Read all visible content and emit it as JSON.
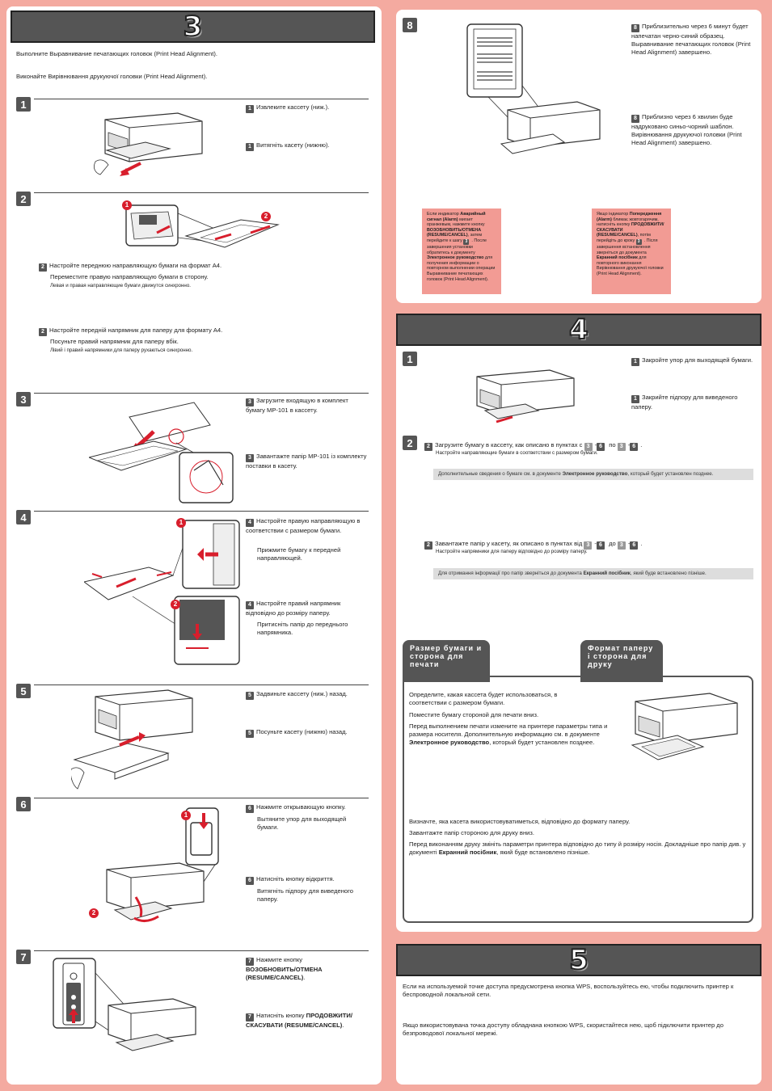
{
  "left": {
    "header_num": "3",
    "intro_ru": "Выполните Выравнивание печатающих головок (Print Head Alignment).",
    "intro_uk": "Виконайте Вирівнювання друкуючої головки (Print Head Alignment).",
    "s1": {
      "num": "1",
      "ru": "Извлеките кассету (ниж.).",
      "uk": "Витягніть касету (нижню)."
    },
    "s2": {
      "num": "2",
      "callout1": "1",
      "callout2": "2",
      "ru1": "Настройте переднюю направляющую бумаги на формат A4.",
      "ru2": "Переместите правую направляющую бумаги в сторону.",
      "ru3": "Левая и правая направляющие бумаги движутся синхронно.",
      "uk1": "Настройте передній напрямник для паперу для формату A4.",
      "uk2": "Посуньте правий напрямник для паперу вбік.",
      "uk3": "Лівий і правий напрямники для паперу рухаються синхронно."
    },
    "s3": {
      "num": "3",
      "ru": "Загрузите входящую в комплект бумагу MP-101 в кассету.",
      "uk": "Завантажте папір MP-101 із комплекту поставки в касету."
    },
    "s4": {
      "num": "4",
      "callout1": "1",
      "callout2": "2",
      "ru1": "Настройте правую направляющую в соответствии с размером бумаги.",
      "ru2": "Прижмите бумагу к передней направляющей.",
      "uk1": "Настройте правий напрямник відповідно до розміру паперу.",
      "uk2": "Притисніть папір до переднього напрямника."
    },
    "s5": {
      "num": "5",
      "ru": "Задвиньте кассету (ниж.) назад.",
      "uk": "Посуньте касету (нижню) назад."
    },
    "s6": {
      "num": "6",
      "callout1": "1",
      "callout2": "2",
      "ru1": "Нажмите открывающую кнопку.",
      "ru2": "Вытяните упор для выходящей бумаги.",
      "uk1": "Натисніть кнопку відкриття.",
      "uk2": "Витягніть підпору для виведеного паперу."
    },
    "s7": {
      "num": "7",
      "ru_pre": "Нажмите кнопку",
      "ru_bold": "ВОЗОБНОВИТЬ/ОТМЕНА (RESUME/CANCEL)",
      "ru_post": ".",
      "uk_pre": "Натисніть кнопку",
      "uk_bold": "ПРОДОВЖИТИ/ СКАСУВАТИ (RESUME/CANCEL)",
      "uk_post": "."
    }
  },
  "right_top": {
    "s8": {
      "num": "8",
      "ru": "Приблизительно через 6 минут будет напечатан черно-синий образец. Выравнивание печатающих головок (Print Head Alignment) завершено.",
      "uk": "Приблизно через 6 хвилин буде надруковано синьо-чорний шаблон. Вирівнювання друкуючої головки (Print Head Alignment) завершено."
    },
    "alarm_ru": [
      "Если индикатор",
      "Аварийный сигнал (Alarm)",
      "мигает оранжевым, нажмите кнопку",
      "ВОЗОБНОВИТЬ/ОТМЕНА (RESUME/CANCEL)",
      ", затем перейдите к шагу",
      "3",
      ". После завершения установки обратитесь к документу",
      "Электронное руководство",
      "для получения информации о повторном выполнении операции Выравнивание печатающих головок (Print Head Alignment)."
    ],
    "alarm_uk": [
      "Якщо індикатор",
      "Попередження (Alarm)",
      "блимає жовтогарячим, натисніть кнопку",
      "ПРОДОВЖИТИ/СКАСУВАТИ (RESUME/CANCEL)",
      ", потім перейдіть до кроку",
      "3",
      ". Після завершення встановлення зверніться до документа",
      "Екранний посібник",
      "для повторного виконання Вирівнювання друкуючої головки (Print Head Alignment)."
    ]
  },
  "section4": {
    "header_num": "4",
    "s1": {
      "num": "1",
      "ru": "Закройте упор для выходящей бумаги.",
      "uk": "Закрийте підпору для виведеного паперу."
    },
    "s2": {
      "num": "2",
      "ru_pre": "Загрузите бумагу в кассету, как описано в пунктах с",
      "ref_a": "3",
      "ref_b": "6",
      "mid_ru": "по",
      "ref_c": "3",
      "ref_d": "6",
      "ru_sub": "Настройте направляющие бумаги в соответствии с размером бумаги.",
      "note_ru_pre": "Дополнительные сведения о бумаге см. в документе",
      "note_ru_bold": "Электронное руководство",
      "note_ru_post": ", который будет установлен позднее.",
      "uk_pre": "Завантажте папір у касету, як описано в пунктах від",
      "mid_uk": "до",
      "uk_sub": "Настройте напрямники для паперу відповідно до розміру паперу.",
      "note_uk_pre": "Для отримання інформації про папір зверніться до документа",
      "note_uk_bold": "Екранний посібник",
      "note_uk_post": ", який буде встановлено пізніше."
    },
    "tab_ru": "Размер бумаги и сторона для печати",
    "tab_uk": "Формат паперу і сторона для друку",
    "box_ru1": "Определите, какая кассета будет использоваться, в соответствии с размером бумаги.",
    "box_ru2": "Поместите бумагу стороной для печати вниз.",
    "box_ru3_pre": "Перед выполнением печати измените на принтере параметры типа и размера носителя. Дополнительную информацию см. в документе",
    "box_ru3_bold": "Электронное руководство",
    "box_ru3_post": ", который будет установлен позднее.",
    "box_uk1": "Визначте, яка касета використовуватиметься, відповідно до формату паперу.",
    "box_uk2": "Завантажте папір стороною для друку вниз.",
    "box_uk3_pre": "Перед виконанням друку змініть параметри принтера відповідно до типу й розміру носія. Докладніше про папір див. у документі",
    "box_uk3_bold": "Екранний посібник",
    "box_uk3_post": ", який буде встановлено пізніше."
  },
  "section5": {
    "header_num": "5",
    "ru": "Если на используемой точке доступа предусмотрена кнопка WPS, воспользуйтесь ею, чтобы подключить принтер к беспроводной локальной сети.",
    "uk": "Якщо використовувана точка доступу обладнана кнопкою WPS, скористайтеся нею, щоб підключити принтер до безпроводової локальної мережі."
  }
}
